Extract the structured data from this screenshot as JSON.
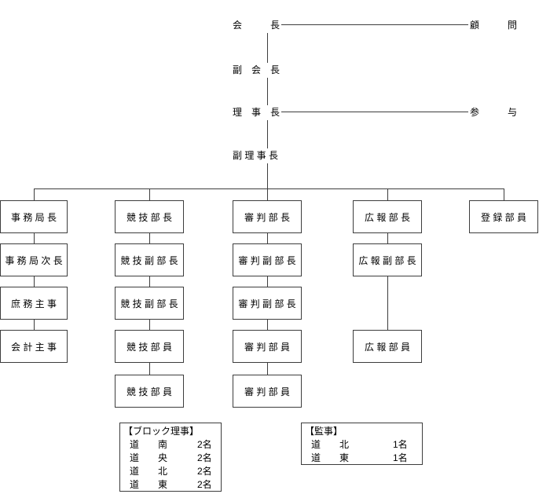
{
  "chain": {
    "chairman": "会　　　長",
    "advisor": "顧　　　問",
    "vice_chairman": "副　会　長",
    "director": "理　事　長",
    "counselor": "参　　　与",
    "deputy_director": "副 理 事 長"
  },
  "columns": [
    {
      "boxes": [
        "事 務 局 長",
        "事 務 局 次 長",
        "庶 務 主 事",
        "会 計 主 事"
      ]
    },
    {
      "boxes": [
        "競 技 部 長",
        "競 技 副 部 長",
        "競 技 副 部 長",
        "競 技 部 員",
        "競 技 部 員"
      ]
    },
    {
      "boxes": [
        "審 判 部 長",
        "審 判 副 部 長",
        "審 判 副 部 長",
        "審 判 部 員",
        "審 判 部 員"
      ]
    },
    {
      "boxes": [
        "広 報 部 長",
        "広 報 副 部 長",
        "広 報 部 員"
      ]
    },
    {
      "boxes": [
        "登 録 部 員"
      ]
    }
  ],
  "panels": {
    "block": {
      "title": "【ブロック理事】",
      "rows": [
        {
          "prefix": "道",
          "area": "南",
          "count": "2名"
        },
        {
          "prefix": "道",
          "area": "央",
          "count": "2名"
        },
        {
          "prefix": "道",
          "area": "北",
          "count": "2名"
        },
        {
          "prefix": "道",
          "area": "東",
          "count": "2名"
        }
      ]
    },
    "audit": {
      "title": "【監事】",
      "rows": [
        {
          "prefix": "道",
          "area": "北",
          "count": "1名"
        },
        {
          "prefix": "道",
          "area": "東",
          "count": "1名"
        }
      ]
    }
  }
}
